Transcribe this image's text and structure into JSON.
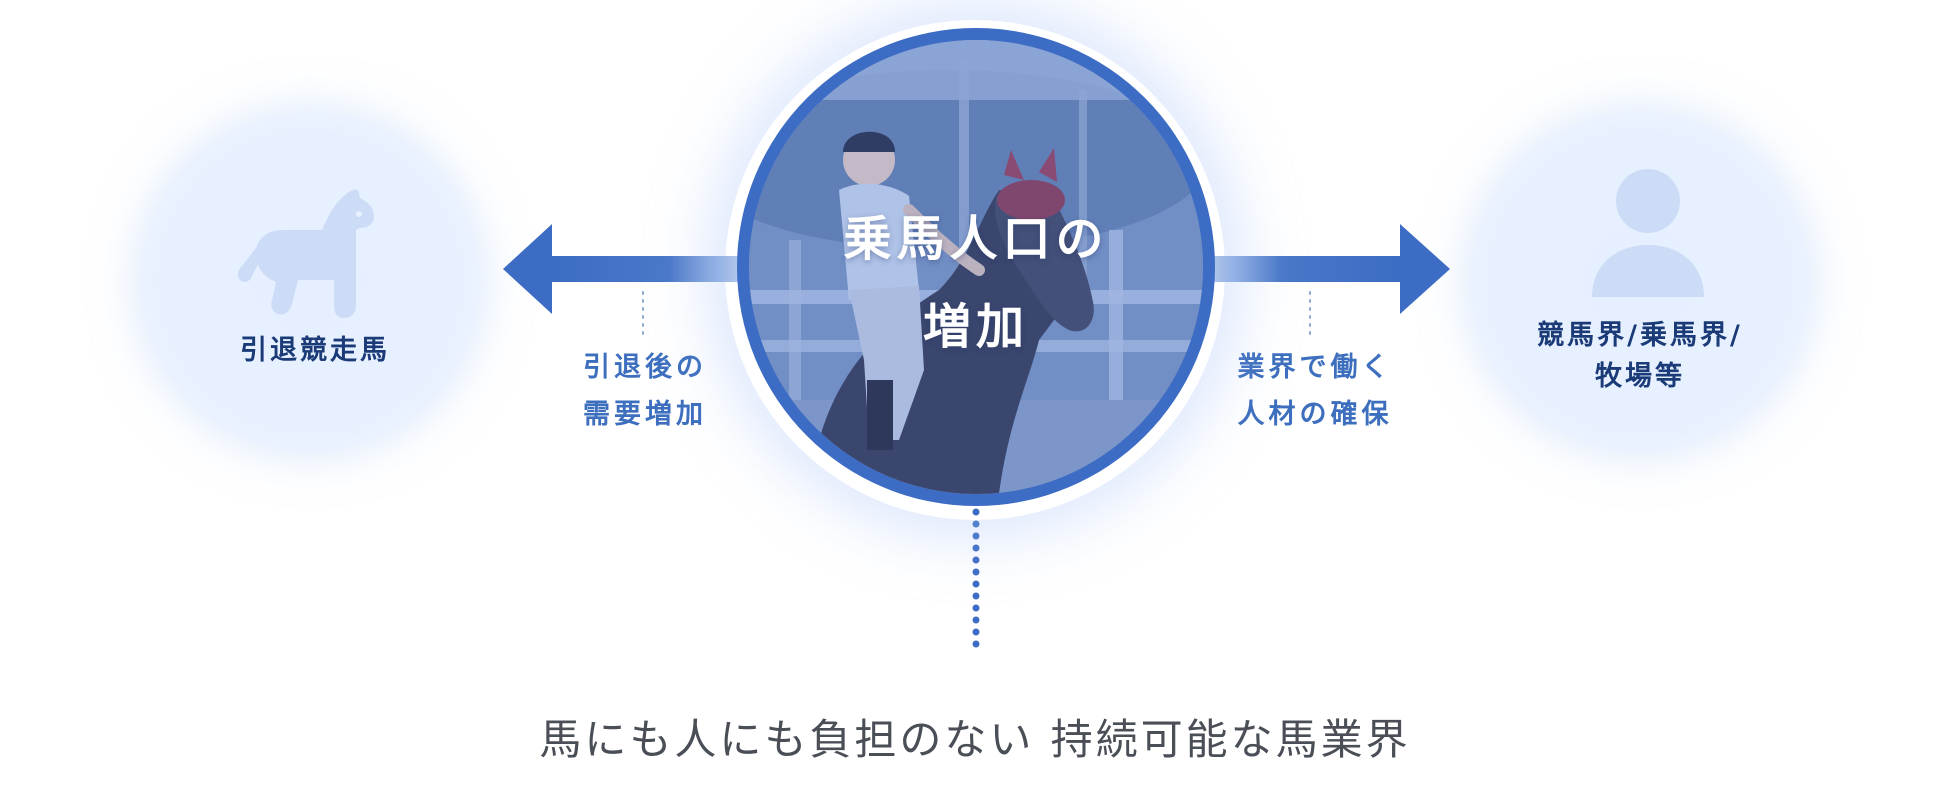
{
  "center": {
    "line1": "乗馬人口の",
    "line2": "増加"
  },
  "left_node": {
    "label": "引退競走馬",
    "icon": "horse-icon"
  },
  "right_node": {
    "line1": "競馬界/乗馬界/",
    "line2": "牧場等",
    "icon": "person-icon"
  },
  "left_arrow_label": {
    "line1": "引退後の",
    "line2": "需要増加"
  },
  "right_arrow_label": {
    "line1": "業界で働く",
    "line2": "人材の確保"
  },
  "footer": "馬にも人にも負担のない 持続可能な馬業界",
  "colors": {
    "primary_blue": "#3c6cc4",
    "label_blue": "#3d6fbe",
    "dark_navy": "#1b3b78",
    "icon_blue": "#cddcf6",
    "circle_bg": "#e7f0ff"
  }
}
